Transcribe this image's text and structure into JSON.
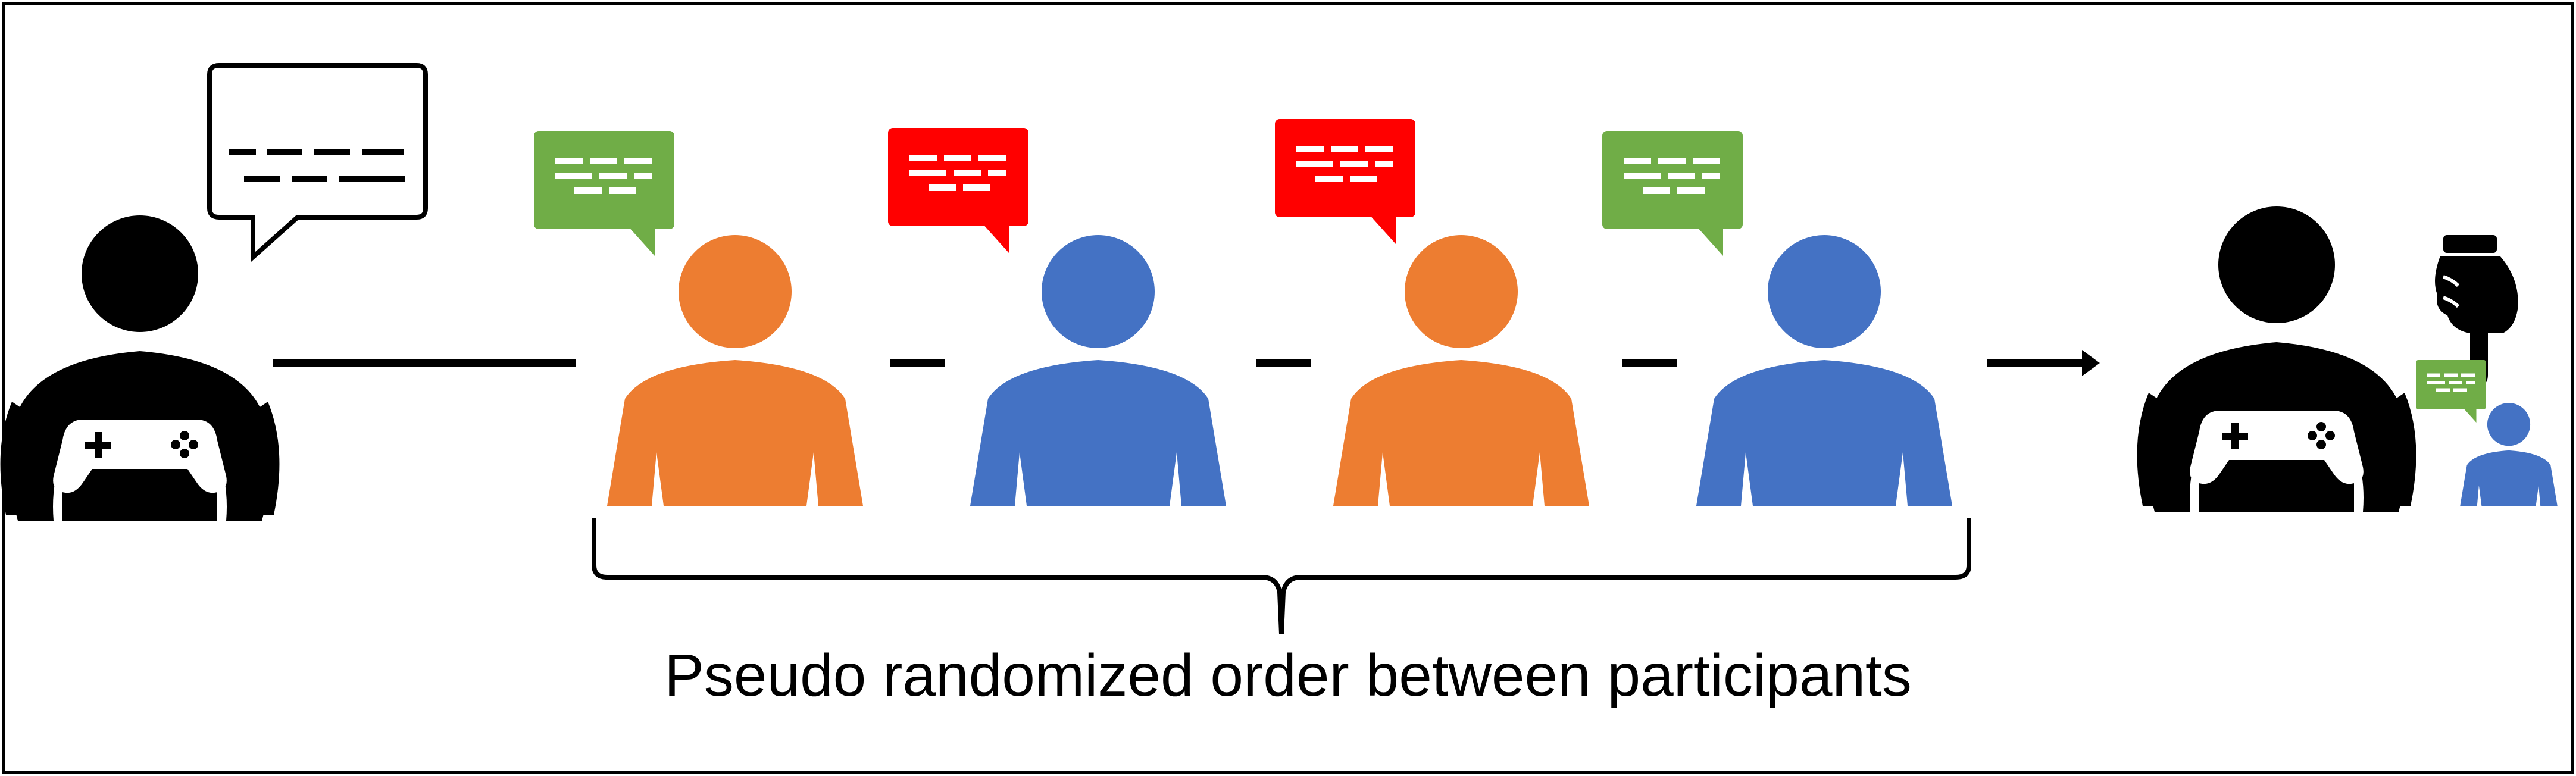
{
  "caption": "Pseudo randomized order between participants",
  "colors": {
    "orange": "#ED7D31",
    "blue": "#4472C4",
    "green": "#70AD47",
    "red": "#FF0000",
    "black": "#000000"
  },
  "sequence": [
    {
      "person": "participant-1",
      "color": "orange",
      "speech_bubble": "green"
    },
    {
      "person": "participant-2",
      "color": "blue",
      "speech_bubble": "red"
    },
    {
      "person": "participant-3",
      "color": "orange",
      "speech_bubble": "red"
    },
    {
      "person": "participant-4",
      "color": "blue",
      "speech_bubble": "green"
    }
  ],
  "icons": {
    "player_left": "gamer-person-icon",
    "player_right": "gamer-person-icon",
    "pointing_hand": "pointing-hand-icon",
    "game_controller": "game-controller-icon"
  }
}
